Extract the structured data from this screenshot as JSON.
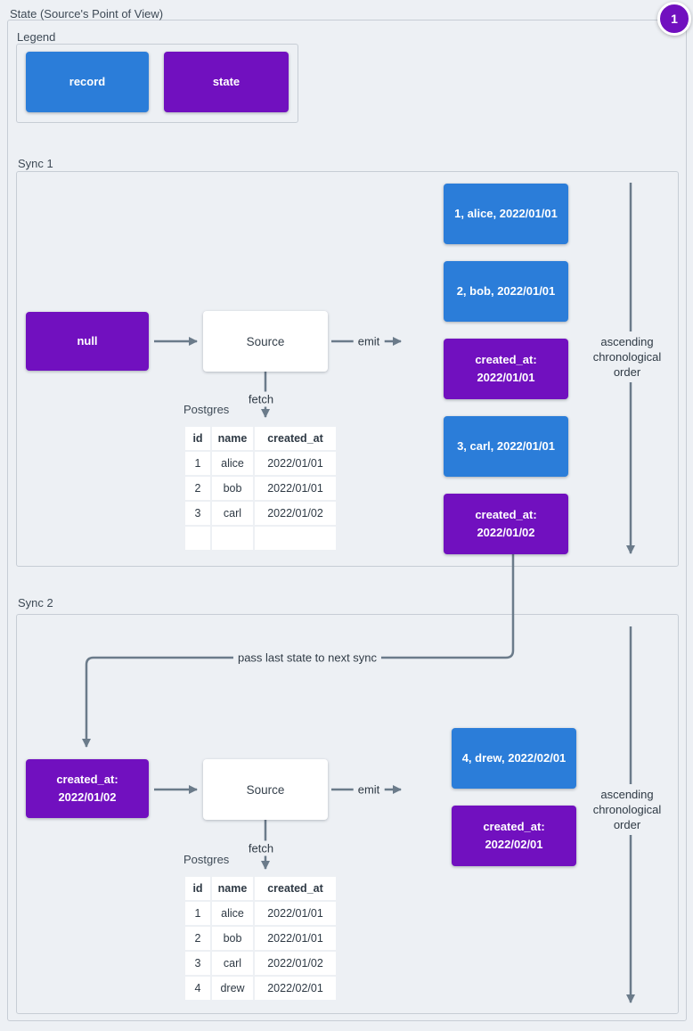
{
  "page": {
    "title": "State (Source's Point of View)",
    "badge": "1"
  },
  "colors": {
    "record": "#2b7dd9",
    "state": "#7110bf",
    "line": "#6b7b8a",
    "bg": "#edf0f4"
  },
  "legend": {
    "label": "Legend",
    "record_label": "record",
    "state_label": "state"
  },
  "labels": {
    "emit": "emit",
    "fetch": "fetch",
    "postgres": "Postgres",
    "ascending": "ascending chronological order",
    "pass_state": "pass last state to next sync"
  },
  "sync1": {
    "label": "Sync 1",
    "input_state": "null",
    "source_label": "Source",
    "emitted": [
      {
        "type": "record",
        "text": "1, alice, 2022/01/01"
      },
      {
        "type": "record",
        "text": "2, bob, 2022/01/01"
      },
      {
        "type": "state",
        "text": "created_at:\n2022/01/01"
      },
      {
        "type": "record",
        "text": "3, carl, 2022/01/01"
      },
      {
        "type": "state",
        "text": "created_at:\n2022/01/02"
      }
    ],
    "table": {
      "headers": [
        "id",
        "name",
        "created_at"
      ],
      "rows": [
        [
          "1",
          "alice",
          "2022/01/01"
        ],
        [
          "2",
          "bob",
          "2022/01/01"
        ],
        [
          "3",
          "carl",
          "2022/01/02"
        ],
        [
          "",
          "",
          ""
        ]
      ]
    }
  },
  "sync2": {
    "label": "Sync 2",
    "input_state": "created_at:\n2022/01/02",
    "source_label": "Source",
    "emitted": [
      {
        "type": "record",
        "text": "4, drew, 2022/02/01"
      },
      {
        "type": "state",
        "text": "created_at:\n2022/02/01"
      }
    ],
    "table": {
      "headers": [
        "id",
        "name",
        "created_at"
      ],
      "rows": [
        [
          "1",
          "alice",
          "2022/01/01"
        ],
        [
          "2",
          "bob",
          "2022/01/01"
        ],
        [
          "3",
          "carl",
          "2022/01/02"
        ],
        [
          "4",
          "drew",
          "2022/02/01"
        ]
      ]
    }
  }
}
